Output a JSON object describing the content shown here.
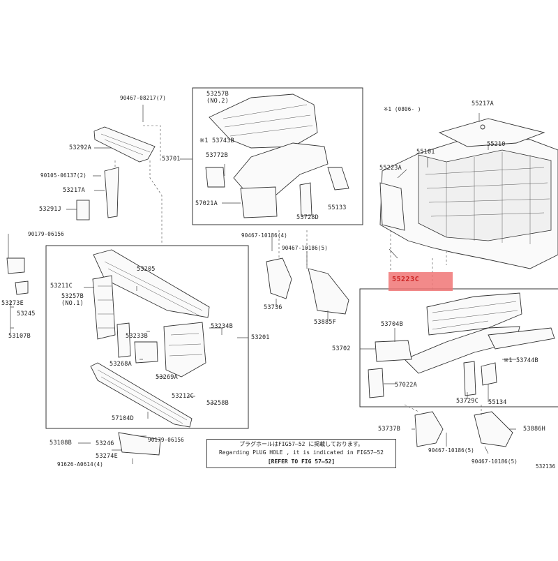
{
  "labels": {
    "l90467_08217": "90467-08217(7)",
    "l53292A": "53292A",
    "l90105_06137": "90105-06137(2)",
    "l53217A": "53217A",
    "l53291J": "53291J",
    "l90179_06156a": "90179-06156",
    "l53273E": "53273E",
    "l53245": "53245",
    "l53107B": "53107B",
    "l53211C": "53211C",
    "l53257B_no1": "53257B",
    "l_no1": "(NO.1)",
    "l53205": "53205",
    "l53233B": "53233B",
    "l53268A": "53268A",
    "l53269A": "53269A",
    "l53234B": "53234B",
    "l53201": "53201",
    "l53212C": "53212C",
    "l53258B": "53258B",
    "l57104D": "57104D",
    "l53108B": "53108B",
    "l53246": "53246",
    "l53274E": "53274E",
    "l91626": "91626-A0614(4)",
    "l90179_06156b": "90179-06156",
    "l53257B_no2": "53257B",
    "l_no2": "(NO.2)",
    "l53743B": "※1 53743B",
    "l53701": "53701",
    "l53772B": "53772B",
    "l57021A": "57021A",
    "l53728D": "53728D",
    "l55133": "55133",
    "l90467_10186a": "90467-10186(4)",
    "l90467_10186b": "90467-10186(5)",
    "l53736": "53736",
    "l53885F": "53885F",
    "l_note1": "※1 (0806-  )",
    "l55217A": "55217A",
    "l55101": "55101",
    "l55210": "55210",
    "l55223A": "55223A",
    "l53704B": "53704B",
    "l53702": "53702",
    "l53744B": "※1 53744B",
    "l57022A": "57022A",
    "l53729C": "53729C",
    "l55134": "55134",
    "l53737B": "53737B",
    "l53886H": "53886H",
    "l90467_10186c": "90467-10186(5)",
    "l90467_10186d": "90467-10186(5)",
    "l532136": "532136"
  },
  "highlight": {
    "part": "55223C",
    "color": "#f07575"
  },
  "note": {
    "line1": "プラグホールはFIG57—52 に掲載しております。",
    "line2": "Regarding PLUG HOLE , it is indicated in FIG57—52",
    "line3": "[REFER TO FIG 57—52]"
  }
}
